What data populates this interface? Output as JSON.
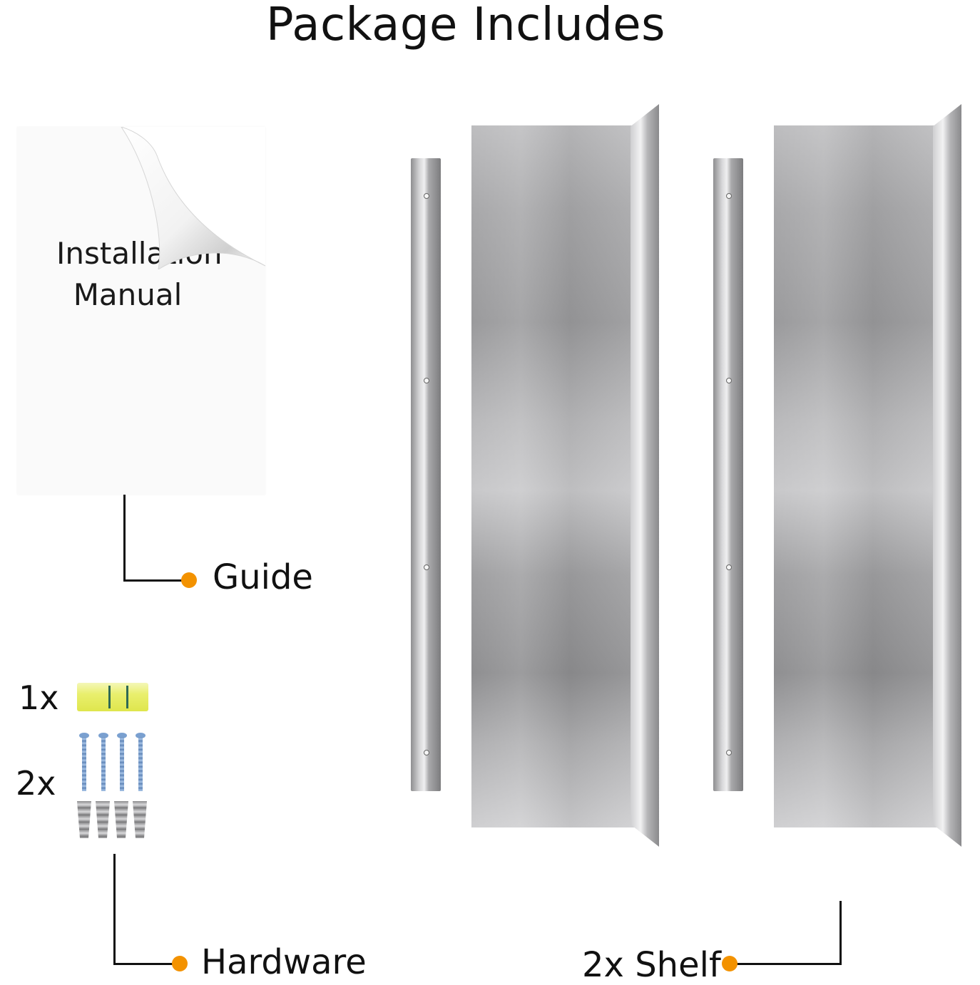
{
  "page": {
    "title": "Package Includes"
  },
  "manual": {
    "line1": "Installation",
    "line2": "Manual",
    "label": "Guide"
  },
  "hardware": {
    "level_qty": "1x",
    "screws_qty": "2x",
    "label": "Hardware"
  },
  "shelf": {
    "label": "2x Shelf"
  },
  "colors": {
    "accent_dot": "#f39200",
    "line": "#111111",
    "steel": "#a8a8aa",
    "level_yellow": "#e9ef6d",
    "screw_blue": "#7aa0d0"
  },
  "icons": [
    "bubble-level-icon",
    "wood-screw-icon",
    "wall-anchor-icon"
  ]
}
